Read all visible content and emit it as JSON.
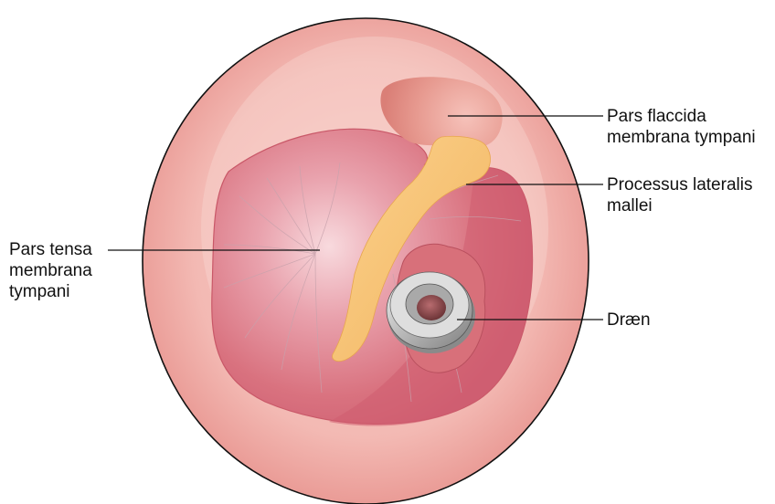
{
  "labels": {
    "pars_flaccida": [
      "Pars flaccida",
      "membrana tympani"
    ],
    "processus_lateralis": [
      "Processus lateralis",
      "mallei"
    ],
    "pars_tensa": [
      "Pars tensa",
      "membrana",
      "tympani"
    ],
    "draen": [
      "Dræn"
    ]
  },
  "colors": {
    "ear_canal": "#f2b4ae",
    "ear_canal_rim": "#e79c98",
    "pars_tensa": "#d9707f",
    "pars_tensa_center": "#f6d3d7",
    "pars_tensa_edge": "#c9576a",
    "pars_flaccida": "#df8a80",
    "malleus": "#f7c172",
    "drain_metal": "#c8c8c8",
    "outline": "#111111"
  }
}
